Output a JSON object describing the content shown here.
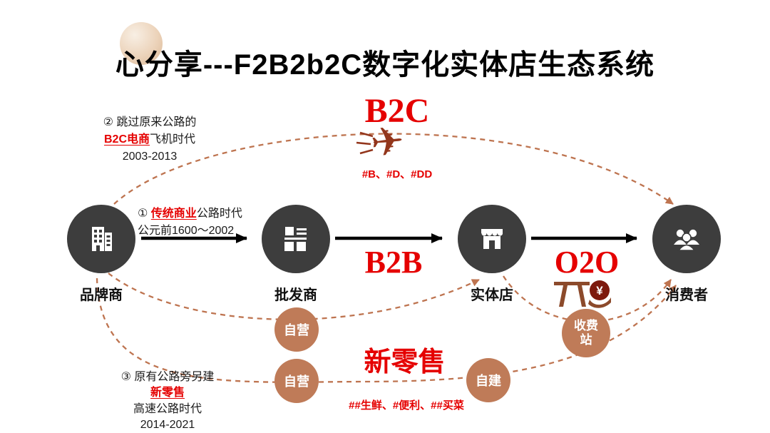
{
  "title": "心分享---F2B2b2C数字化实体店生态系统",
  "nodes": {
    "brand": "品牌商",
    "wholesaler": "批发商",
    "store": "实体店",
    "consumer": "消费者"
  },
  "routes": {
    "b2c": "B2C",
    "b2b": "B2B",
    "o2o": "O2O",
    "new_retail": "新零售",
    "b2c_tags": "#B、#D、#DD",
    "new_retail_tags": "##生鲜、#便利、##买菜"
  },
  "badges": {
    "self_run_1": "自营",
    "self_run_2": "自营",
    "self_build": "自建",
    "toll_station": "收费站"
  },
  "notes": {
    "era2": {
      "line1": "② 跳过原来公路的",
      "highlight": "B2C电商",
      "rest": "飞机时代",
      "period": "2003-2013"
    },
    "era1": {
      "marker": "① ",
      "highlight": "传统商业",
      "rest": "公路时代",
      "line2": "公元前1600～2002"
    },
    "era3": {
      "line1": "③ 原有公路旁另建",
      "highlight": "新零售",
      "line3": "高速公路时代",
      "period": "2014-2021"
    }
  },
  "icons": {
    "plane_glyph": "✈",
    "yen": "¥"
  },
  "colors": {
    "accent_red": "#e50000",
    "node_dark": "#3d3d3d",
    "badge_tan": "#bf7b58",
    "dash_brown": "#be7450",
    "plane_brown": "#93361c"
  }
}
